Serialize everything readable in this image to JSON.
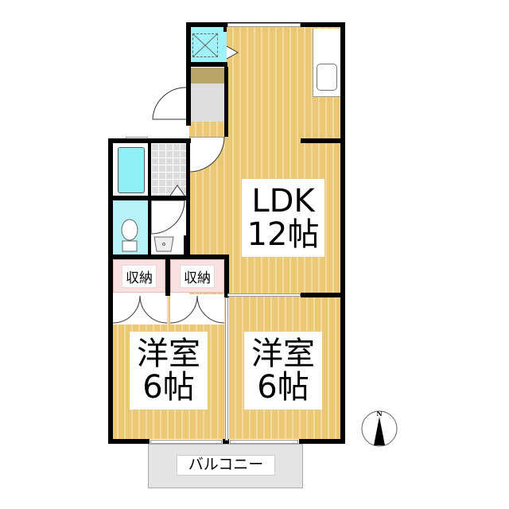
{
  "floor_plan": {
    "rooms": [
      {
        "id": "ldk",
        "name": "LDK",
        "size": "12帖"
      },
      {
        "id": "western-room-1",
        "name": "洋室",
        "size": "6帖"
      },
      {
        "id": "western-room-2",
        "name": "洋室",
        "size": "6帖"
      }
    ],
    "closets": [
      {
        "id": "closet-1",
        "label": "収納"
      },
      {
        "id": "closet-2",
        "label": "収納"
      }
    ],
    "balcony": {
      "label": "バルコニー"
    },
    "compass": {
      "label": "N"
    },
    "colors": {
      "floor": "#ebc876",
      "floor_stripe": "#f3dba0",
      "bath": "#8ff0f7",
      "toilet": "#b8f2f8",
      "closet": "#fbe0e0",
      "tile": "#dcdcdc",
      "wall": "#000000"
    }
  }
}
